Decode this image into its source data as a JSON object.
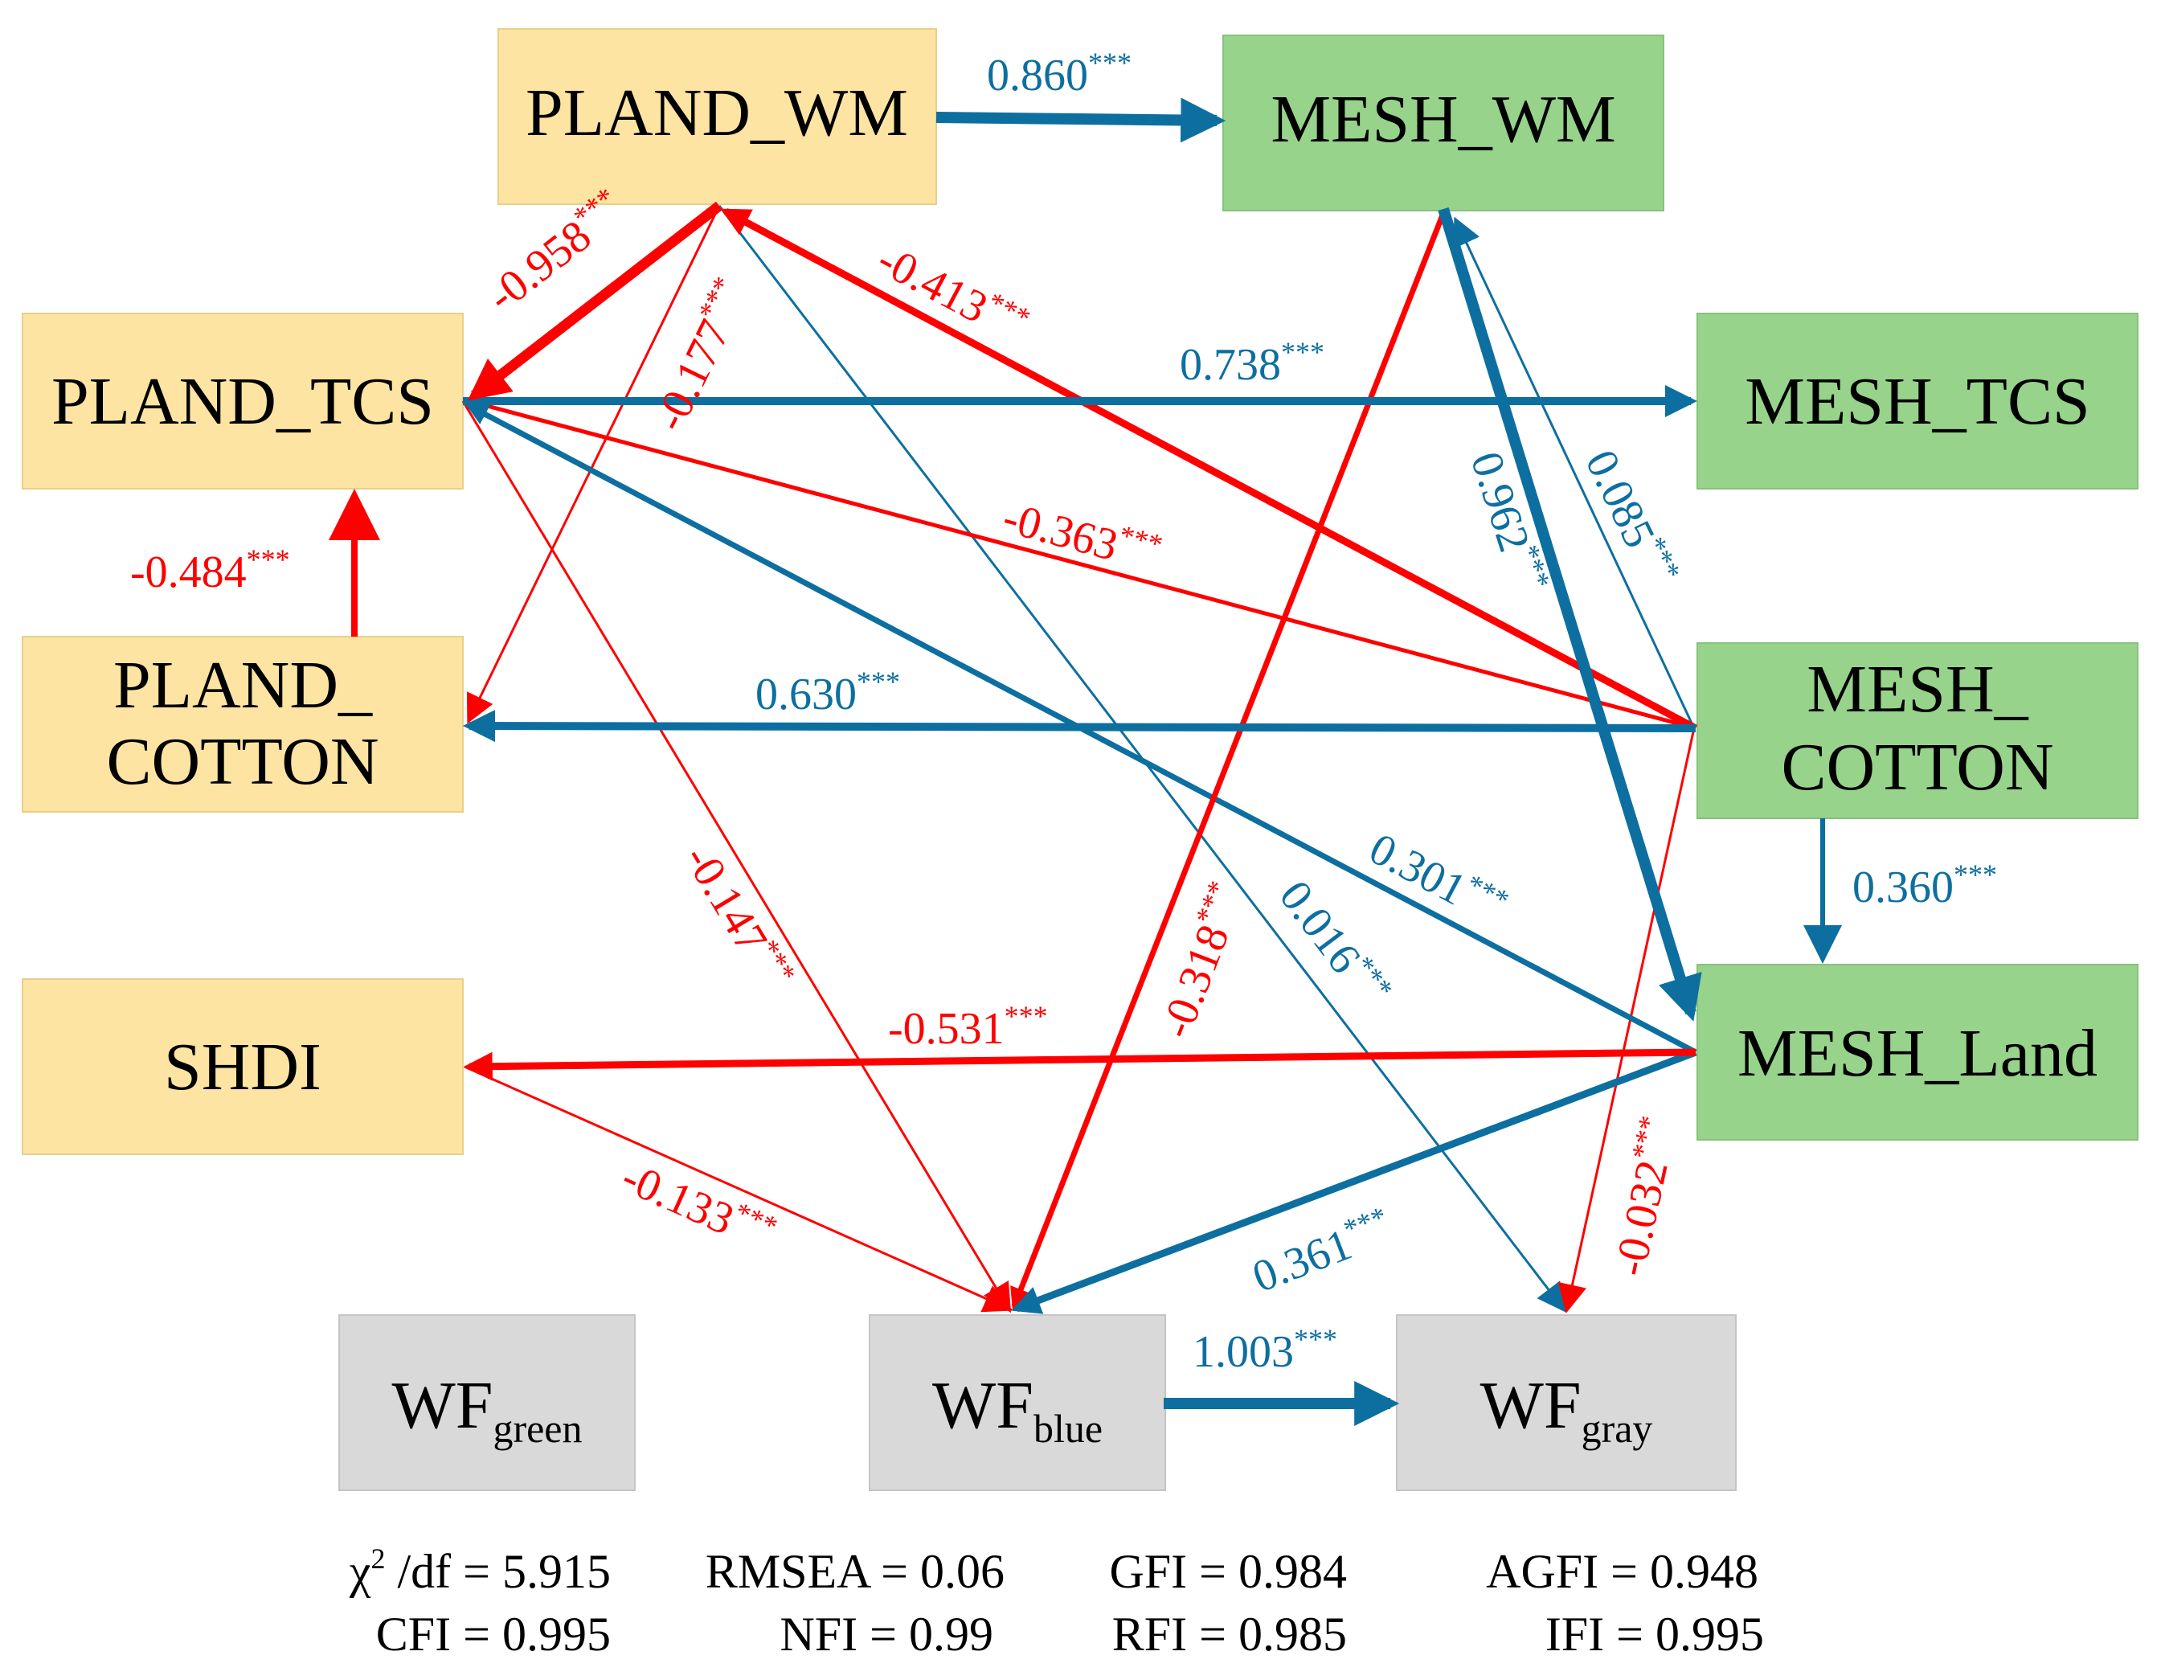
{
  "colors": {
    "pland_fill": "#fde4a3",
    "mesh_fill": "#97d38b",
    "wf_fill": "#d9d9d9",
    "positive": "#0d6fa0",
    "negative": "#ff0000"
  },
  "nodes": {
    "pland_wm": "PLAND_WM",
    "pland_tcs": "PLAND_TCS",
    "pland_cotton_1": "PLAND_",
    "pland_cotton_2": "COTTON",
    "shdi": "SHDI",
    "mesh_wm": "MESH_WM",
    "mesh_tcs": "MESH_TCS",
    "mesh_cotton_1": "MESH_",
    "mesh_cotton_2": "COTTON",
    "mesh_land": "MESH_Land",
    "wf_green_main": "WF",
    "wf_green_sub": "green",
    "wf_blue_main": "WF",
    "wf_blue_sub": "blue",
    "wf_gray_main": "WF",
    "wf_gray_sub": "gray"
  },
  "paths": [
    {
      "from": "PLAND_WM",
      "to": "MESH_WM",
      "coef": "0.860",
      "sig": "***",
      "sign": "positive"
    },
    {
      "from": "PLAND_WM",
      "to": "PLAND_TCS",
      "coef": "-0.958",
      "sig": "***",
      "sign": "negative"
    },
    {
      "from": "PLAND_WM",
      "to": "PLAND_COTTON",
      "coef": "-0.177",
      "sig": "***",
      "sign": "negative"
    },
    {
      "from": "MESH_COTTON",
      "to": "PLAND_WM",
      "coef": "-0.413",
      "sig": "***",
      "sign": "negative"
    },
    {
      "from": "PLAND_TCS",
      "to": "MESH_TCS",
      "coef": "0.738",
      "sig": "***",
      "sign": "positive"
    },
    {
      "from": "MESH_COTTON",
      "to": "PLAND_TCS",
      "coef": "-0.363",
      "sig": "***",
      "sign": "negative"
    },
    {
      "from": "PLAND_COTTON",
      "to": "PLAND_TCS",
      "coef": "-0.484",
      "sig": "***",
      "sign": "negative"
    },
    {
      "from": "MESH_COTTON",
      "to": "PLAND_COTTON",
      "coef": "0.630",
      "sig": "***",
      "sign": "positive"
    },
    {
      "from": "MESH_Land",
      "to": "PLAND_TCS",
      "coef": "0.301",
      "sig": "***",
      "sign": "positive"
    },
    {
      "from": "MESH_WM",
      "to": "MESH_Land",
      "coef": "0.962",
      "sig": "***",
      "sign": "positive"
    },
    {
      "from": "MESH_COTTON",
      "to": "MESH_WM",
      "coef": "0.085",
      "sig": "***",
      "sign": "positive"
    },
    {
      "from": "MESH_COTTON",
      "to": "MESH_Land",
      "coef": "0.360",
      "sig": "***",
      "sign": "positive"
    },
    {
      "from": "MESH_Land",
      "to": "SHDI",
      "coef": "-0.531",
      "sig": "***",
      "sign": "negative"
    },
    {
      "from": "PLAND_TCS",
      "to": "WF_blue",
      "coef": "-0.147",
      "sig": "***",
      "sign": "negative"
    },
    {
      "from": "MESH_WM",
      "to": "WF_blue",
      "coef": "-0.318",
      "sig": "***",
      "sign": "negative"
    },
    {
      "from": "PLAND_WM",
      "to": "WF_gray",
      "coef": "0.016",
      "sig": "***",
      "sign": "positive"
    },
    {
      "from": "SHDI",
      "to": "WF_blue",
      "coef": "-0.133",
      "sig": "***",
      "sign": "negative"
    },
    {
      "from": "MESH_Land",
      "to": "WF_blue",
      "coef": "0.361",
      "sig": "***",
      "sign": "positive"
    },
    {
      "from": "MESH_COTTON",
      "to": "WF_gray",
      "coef": "-0.032",
      "sig": "***",
      "sign": "negative"
    },
    {
      "from": "WF_blue",
      "to": "WF_gray",
      "coef": "1.003",
      "sig": "***",
      "sign": "positive"
    }
  ],
  "fit": {
    "chi_symbol": "χ",
    "chi_sup": "2",
    "chi_rest": " /df = 5.915",
    "rmsea": "RMSEA = 0.06",
    "gfi": "GFI = 0.984",
    "agfi": "AGFI = 0.948",
    "cfi": "CFI = 0.995",
    "nfi": "NFI = 0.99",
    "rfi": "RFI = 0.985",
    "ifi": "IFI = 0.995"
  }
}
